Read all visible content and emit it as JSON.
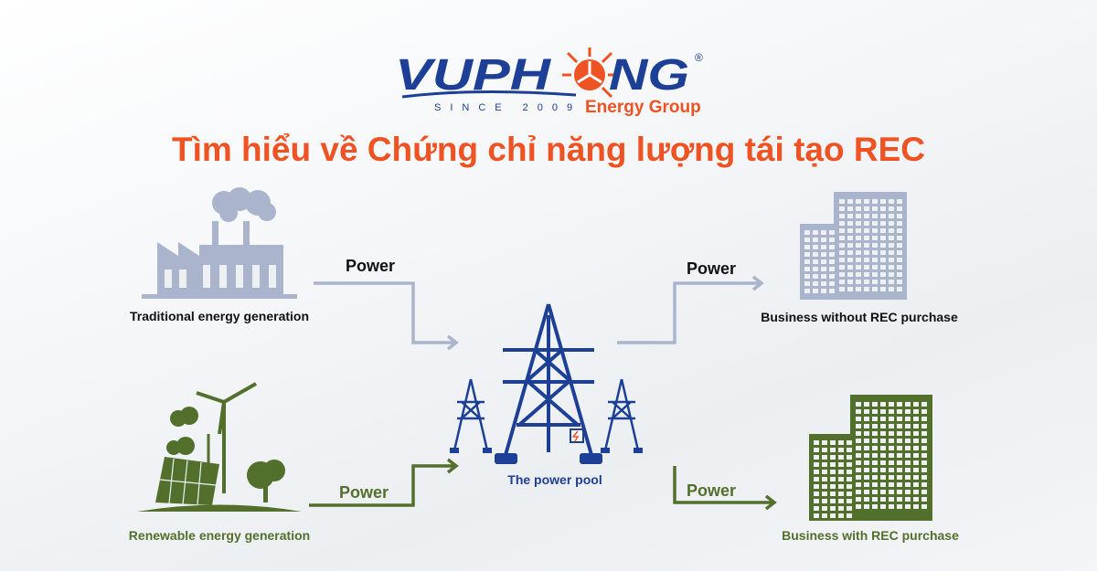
{
  "logo": {
    "brand": "VUPHONG",
    "since": "SINCE 2009",
    "group": "Energy Group",
    "registered": "®"
  },
  "title": "Tìm hiểu về Chứng chỉ năng lượng tái tạo REC",
  "nodes": {
    "traditional": "Traditional energy generation",
    "renewable": "Renewable energy generation",
    "pool": "The power pool",
    "no_rec": "Business without REC purchase",
    "with_rec": "Business with REC purchase"
  },
  "flows": {
    "traditional_in": "Power",
    "renewable_in": "Power",
    "no_rec_out": "Power",
    "with_rec_out": "Power"
  },
  "colors": {
    "brand_blue": "#1d3f95",
    "accent_orange": "#ef5323",
    "conventional_gray": "#aab4cc",
    "renewable_green": "#52702c"
  }
}
